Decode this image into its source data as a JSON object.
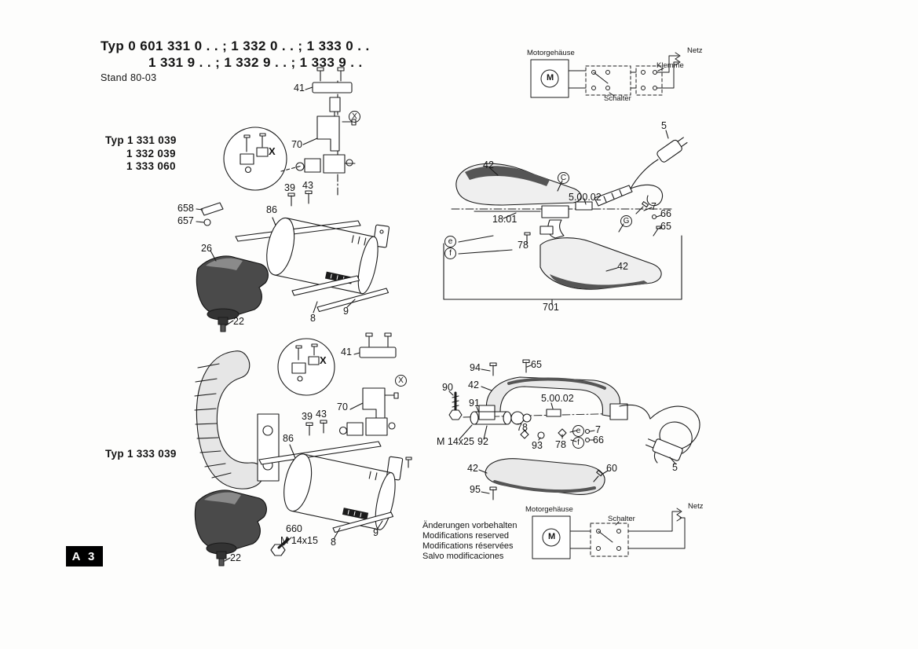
{
  "header": {
    "typ_line1": "Typ 0 601 331 0 . . ;  1 332 0 . . ;  1 333 0 . .",
    "typ_line2": "1 331 9 . . ;  1 332 9 . . ;  1 333 9 . .",
    "stand": "Stand 80-03"
  },
  "group_labels": {
    "top_line1": "Typ 1 331 039",
    "top_line2": "1 332 039",
    "top_line3": "1 333 060",
    "bottom": "Typ 1 333 039"
  },
  "corner_label": "A 3",
  "notes": {
    "line1": "Änderungen vorbehalten",
    "line2": "Modifications reserved",
    "line3": "Modifications réservées",
    "line4": "Salvo modificaciones"
  },
  "wiring_top": {
    "motor": "Motorgehäuse",
    "netz": "Netz",
    "klemme": "Klemme",
    "schalter": "Schalter",
    "m": "M"
  },
  "wiring_bottom": {
    "motor": "Motorgehäuse",
    "netz": "Netz",
    "schalter": "Schalter",
    "m": "M"
  },
  "callouts": {
    "tl": {
      "n41": "41",
      "n70": "70",
      "x_detail": "X",
      "x_ref": "X",
      "n39": "39",
      "n43": "43",
      "n658": "658",
      "n657": "657",
      "n86": "86",
      "n26": "26",
      "n22": "22",
      "n8": "8",
      "n9": "9"
    },
    "tr": {
      "n42_upper": "42",
      "c_ref": "C",
      "n50002": "5.00.02",
      "n1801": "18.01",
      "n7": "7",
      "n66": "66",
      "n65": "65",
      "n78": "78",
      "g_ref": "G",
      "e_ref": "e",
      "f_ref": "f",
      "n42_lower": "42",
      "n701": "701",
      "n5": "5"
    },
    "bl": {
      "n41": "41",
      "x_detail": "X",
      "x_ref": "X",
      "n70": "70",
      "n39": "39",
      "n43": "43",
      "n86": "86",
      "n660": "660",
      "m14x15": "M 14x15",
      "n8": "8",
      "n9": "9",
      "n22": "22"
    },
    "br": {
      "n94": "94",
      "n65": "65",
      "n42_upper": "42",
      "n90": "90",
      "n91": "91",
      "n50002": "5.00.02",
      "m14x25": "M 14x25",
      "n92": "92",
      "n78_a": "78",
      "n93": "93",
      "n78_b": "78",
      "e_ref": "e",
      "f_ref": "f",
      "n7": "7",
      "n66": "66",
      "n42_lower": "42",
      "n60": "60",
      "n95": "95",
      "n5": "5"
    }
  }
}
